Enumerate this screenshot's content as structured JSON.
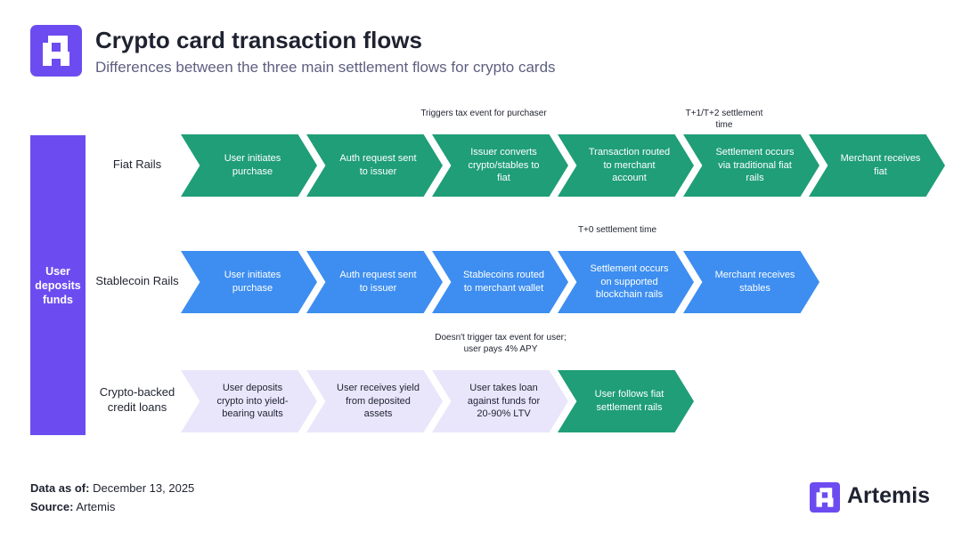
{
  "header": {
    "title": "Crypto card transaction flows",
    "subtitle": "Differences between the three main settlement flows for crypto cards",
    "logo_icon": "artemis-logo-icon"
  },
  "deposit": {
    "label": "User deposits funds"
  },
  "rows": [
    {
      "label": "Fiat Rails",
      "steps": [
        "User initiates purchase",
        "Auth request sent to issuer",
        "Issuer converts crypto/stables to fiat",
        "Transaction routed to merchant account",
        "Settlement occurs via traditional fiat rails",
        "Merchant receives fiat"
      ],
      "notes": [
        "Triggers tax event for purchaser",
        "T+1/T+2 settlement time"
      ]
    },
    {
      "label": "Stablecoin Rails",
      "steps": [
        "User initiates purchase",
        "Auth request sent to issuer",
        "Stablecoins routed to merchant wallet",
        "Settlement occurs on supported blockchain rails",
        "Merchant receives stables"
      ],
      "notes": [
        "T+0 settlement time"
      ]
    },
    {
      "label": "Crypto-backed credit loans",
      "steps": [
        "User deposits crypto into yield-bearing vaults",
        "User receives yield from deposited assets",
        "User takes loan against funds for 20-90% LTV",
        "User follows fiat settlement rails"
      ],
      "notes": [
        "Doesn't trigger tax event for user; user pays 4% APY"
      ]
    }
  ],
  "colors": {
    "fiat": "#1f9e77",
    "stablecoin": "#3d8ef0",
    "loan": "#e9e6fb",
    "accent": "#6c4cf0"
  },
  "footer": {
    "data_as_of_label": "Data as of:",
    "data_as_of_value": "December 13, 2025",
    "source_label": "Source:",
    "source_value": "Artemis"
  },
  "brand": {
    "name": "Artemis",
    "icon": "artemis-logo-icon"
  }
}
